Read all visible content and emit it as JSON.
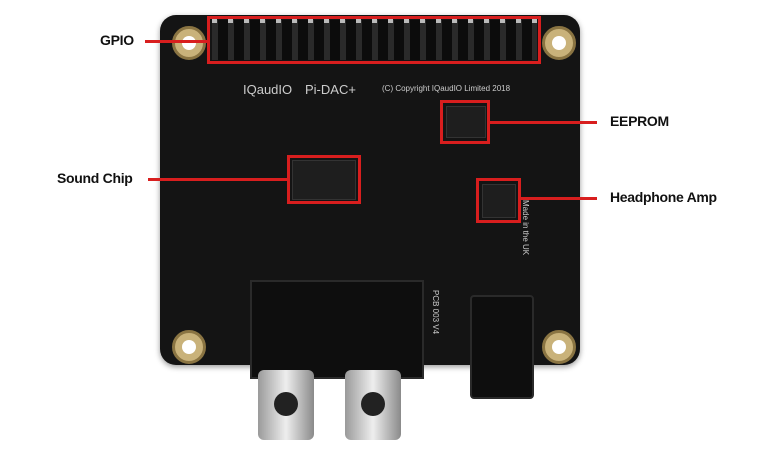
{
  "annotations": {
    "gpio": "GPIO",
    "eeprom": "EEPROM",
    "sound_chip": "Sound Chip",
    "headphone_amp": "Headphone Amp"
  },
  "silkscreen": {
    "brand": "IQaudIO",
    "model": "Pi-DAC+",
    "copyright": "(C) Copyright IQaudIO Limited 2018",
    "made_in": "Made in the UK",
    "pcb": "PCB 003 V4"
  },
  "colors": {
    "highlight": "#d81e1e",
    "board": "#141414"
  }
}
